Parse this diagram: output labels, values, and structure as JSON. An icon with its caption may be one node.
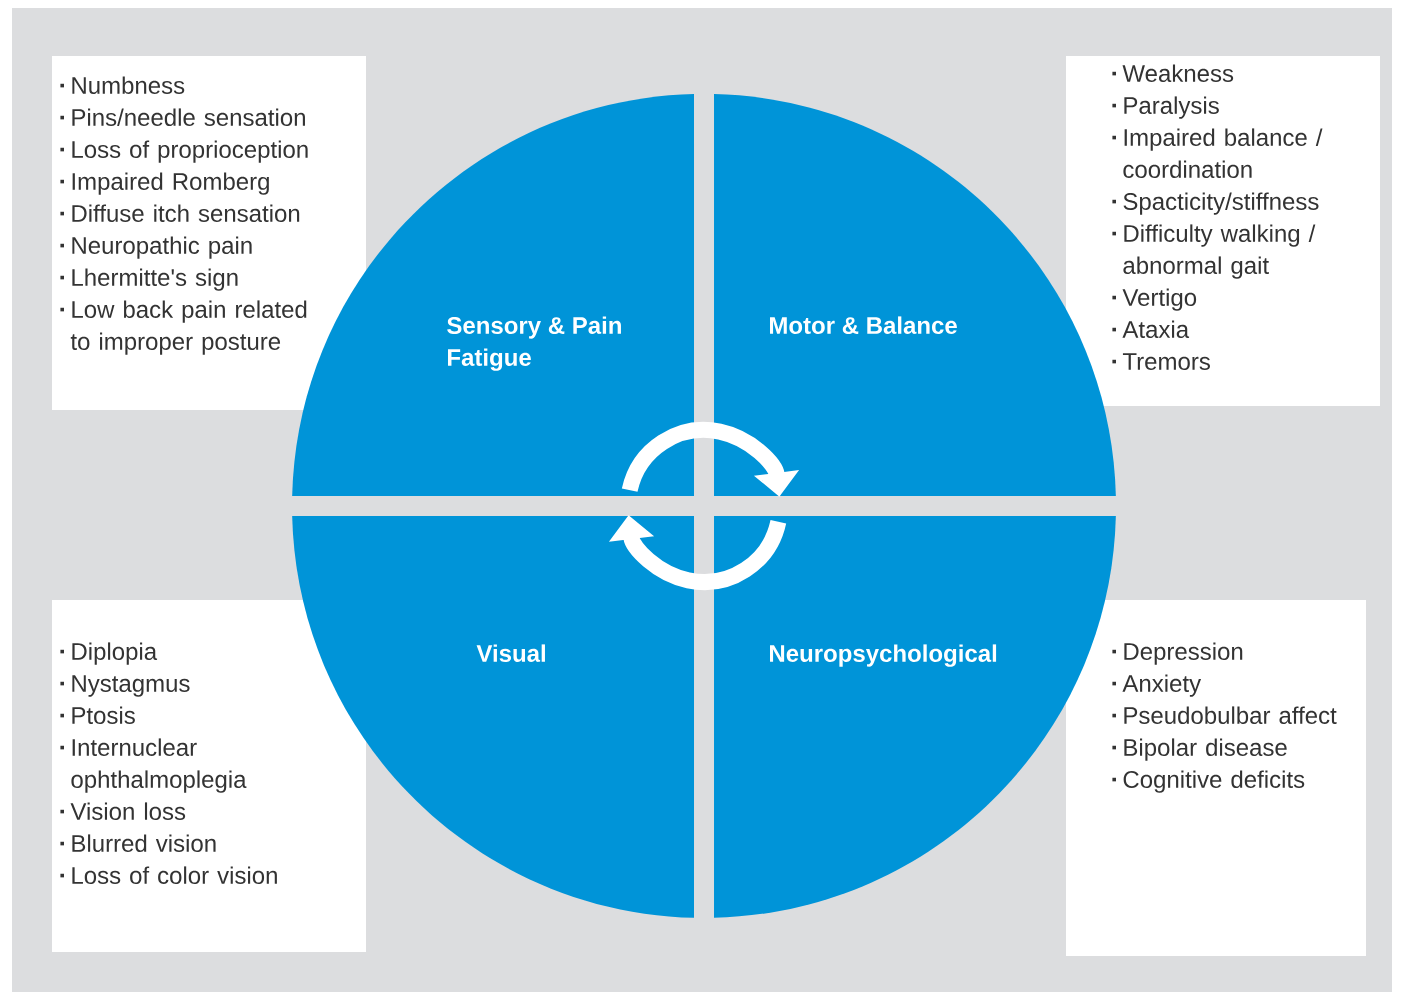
{
  "diagram": {
    "nodes": [
      {
        "text": [
          "Numbness",
          "Pins/needle sensation",
          "Loss of proprioception",
          "Impaired Romberg",
          "Diffuse itch sensation",
          "Neuropathic pain",
          "Lhermitte's sign",
          "Low back pain related to improper posture"
        ]
      },
      {
        "text": [
          "Sensory & Pain Fatigue"
        ]
      },
      {
        "text": [
          "Motor & Balance"
        ]
      },
      {
        "text": [
          "Weakness",
          "Paralysis",
          "Impaired balance / coordination",
          "Spacticity/stiffness",
          "Difficulty walking / abnormal gait",
          "Vertigo",
          "Ataxia",
          "Tremors"
        ]
      },
      {
        "text": [
          "Diplopia",
          "Nystagmus",
          "Ptosis",
          "Internuclear ophthalmoplegia",
          "Vision loss",
          "Blurred vision",
          "Loss of color vision"
        ]
      },
      {
        "text": [
          "Visual"
        ]
      },
      {
        "text": [
          "Neuropsychological"
        ]
      },
      {
        "text": [
          "Depression",
          "Anxiety",
          "Pseudobulbar affect",
          "Bipolar disease",
          "Cognitive deficits"
        ]
      }
    ],
    "edges": [
      {
        "from": 1,
        "to": 2,
        "arrow": "to"
      },
      {
        "from": 6,
        "to": 5,
        "arrow": "to"
      }
    ]
  }
}
